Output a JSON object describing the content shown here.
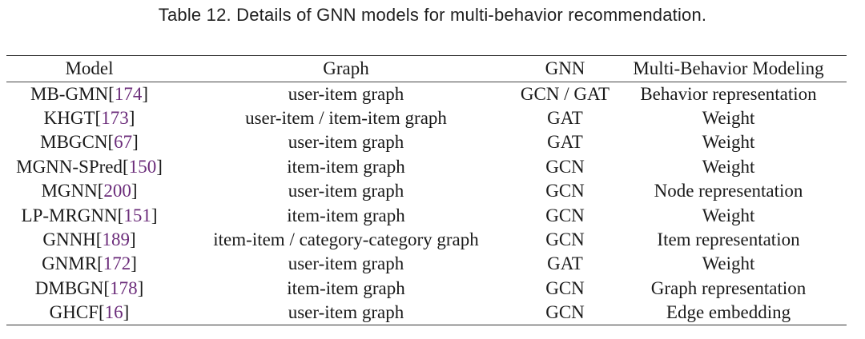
{
  "caption": "Table 12.  Details of GNN models for multi-behavior recommendation.",
  "colors": {
    "citation": "#6b2c7a",
    "text": "#1a1a1a",
    "rule": "#333333"
  },
  "columns": [
    "Model",
    "Graph",
    "GNN",
    "Multi-Behavior Modeling"
  ],
  "rows": [
    {
      "model": "MB-GMN",
      "cite": "174",
      "graph": "user-item graph",
      "gnn": "GCN / GAT",
      "modeling": "Behavior representation"
    },
    {
      "model": "KHGT",
      "cite": "173",
      "graph": "user-item / item-item graph",
      "gnn": "GAT",
      "modeling": "Weight"
    },
    {
      "model": "MBGCN",
      "cite": "67",
      "graph": "user-item graph",
      "gnn": "GAT",
      "modeling": "Weight"
    },
    {
      "model": "MGNN-SPred",
      "cite": "150",
      "graph": "item-item graph",
      "gnn": "GCN",
      "modeling": "Weight"
    },
    {
      "model": "MGNN",
      "cite": "200",
      "graph": "user-item graph",
      "gnn": "GCN",
      "modeling": "Node representation"
    },
    {
      "model": "LP-MRGNN",
      "cite": "151",
      "graph": "item-item graph",
      "gnn": "GCN",
      "modeling": "Weight"
    },
    {
      "model": "GNNH",
      "cite": "189",
      "graph": "item-item / category-category graph",
      "gnn": "GCN",
      "modeling": "Item representation"
    },
    {
      "model": "GNMR",
      "cite": "172",
      "graph": "user-item graph",
      "gnn": "GAT",
      "modeling": "Weight"
    },
    {
      "model": "DMBGN",
      "cite": "178",
      "graph": "item-item graph",
      "gnn": "GCN",
      "modeling": "Graph representation"
    },
    {
      "model": "GHCF",
      "cite": "16",
      "graph": "user-item graph",
      "gnn": "GCN",
      "modeling": "Edge embedding"
    }
  ]
}
